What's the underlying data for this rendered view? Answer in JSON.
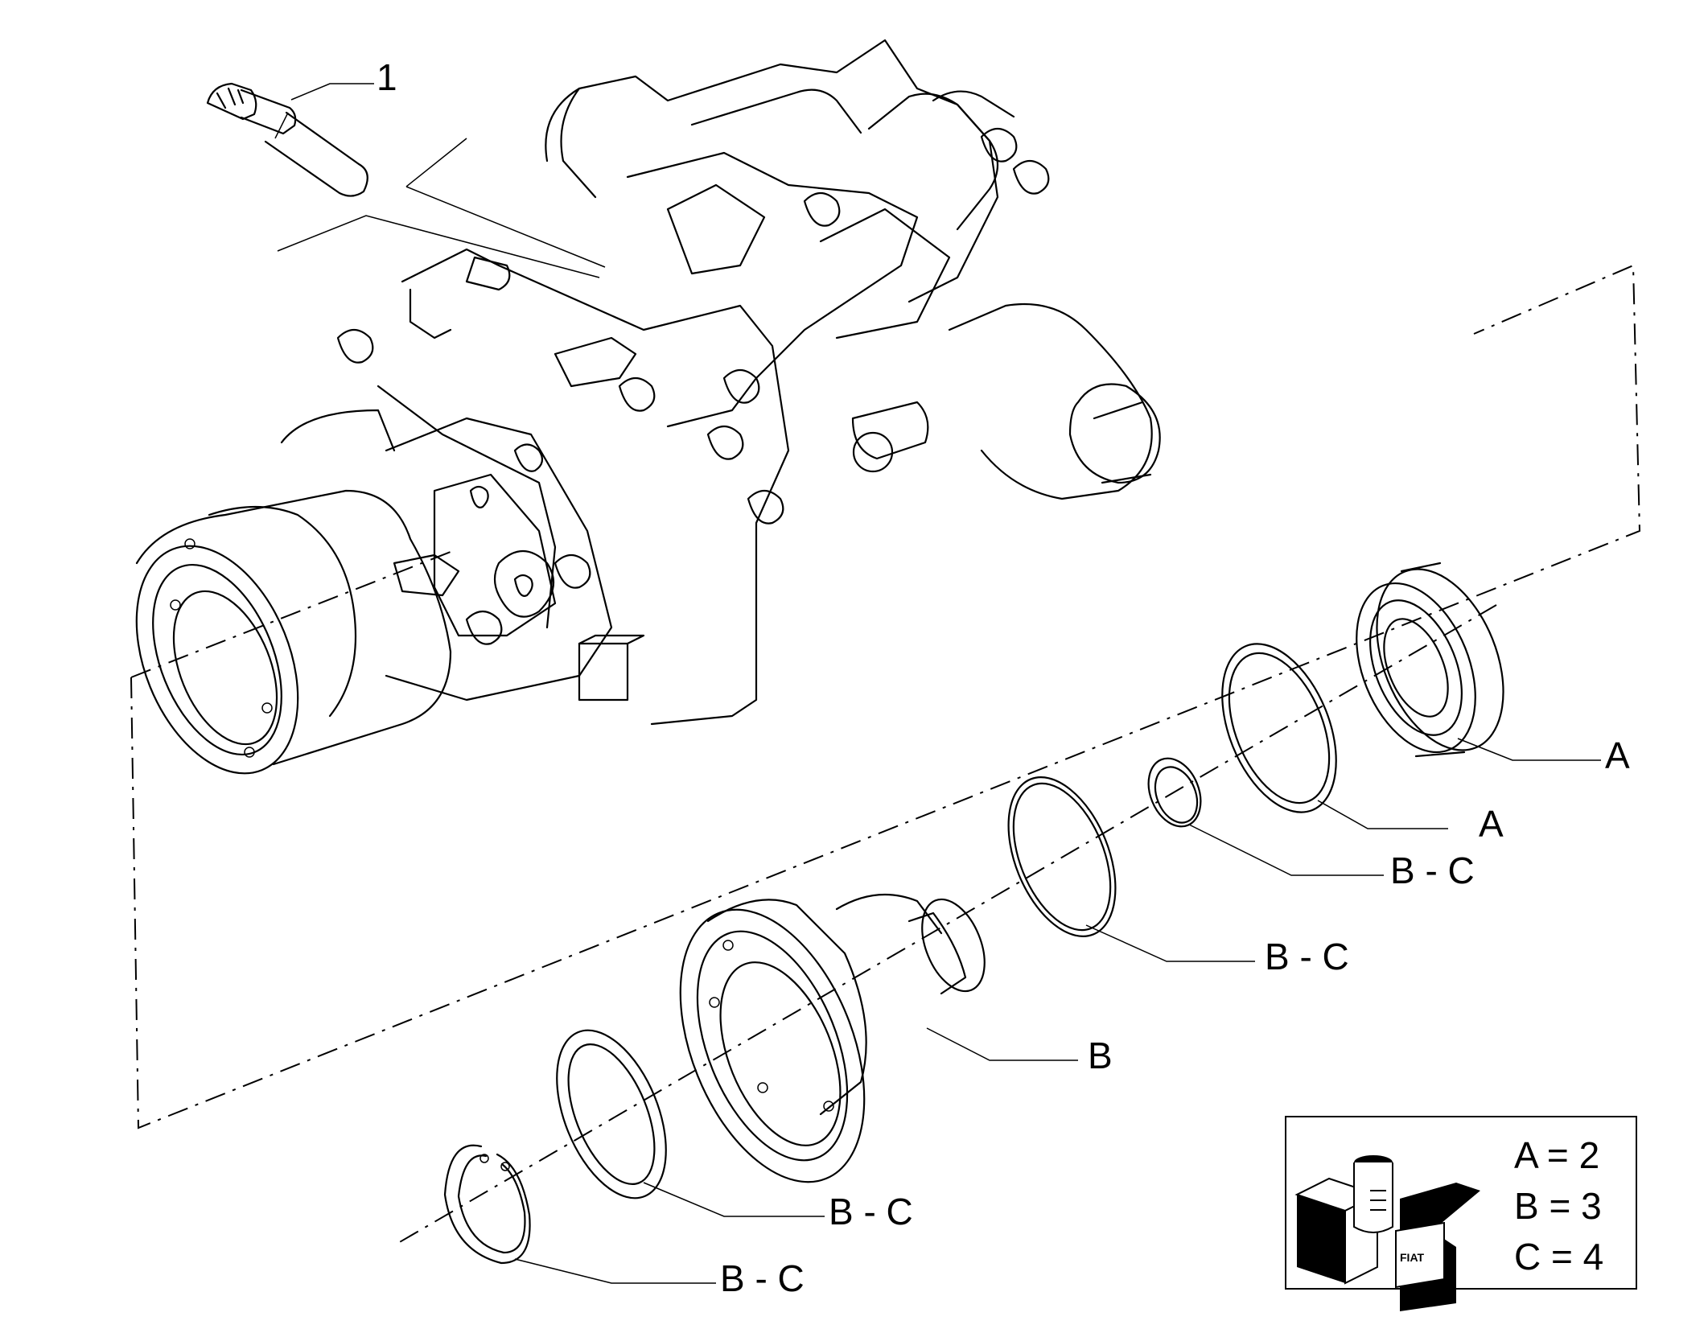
{
  "diagram": {
    "callouts": [
      {
        "id": "c1",
        "label": "1"
      },
      {
        "id": "c2",
        "label": "A"
      },
      {
        "id": "c3",
        "label": "A"
      },
      {
        "id": "c4",
        "label": "B - C"
      },
      {
        "id": "c5",
        "label": "B - C"
      },
      {
        "id": "c6",
        "label": "B"
      },
      {
        "id": "c7",
        "label": "B - C"
      },
      {
        "id": "c8",
        "label": "B - C"
      }
    ],
    "legend": {
      "entries": [
        "A = 2",
        "B = 3",
        "C = 4"
      ],
      "logo_text": "FIAT"
    },
    "colors": {
      "line": "#000000",
      "background": "#ffffff"
    }
  }
}
